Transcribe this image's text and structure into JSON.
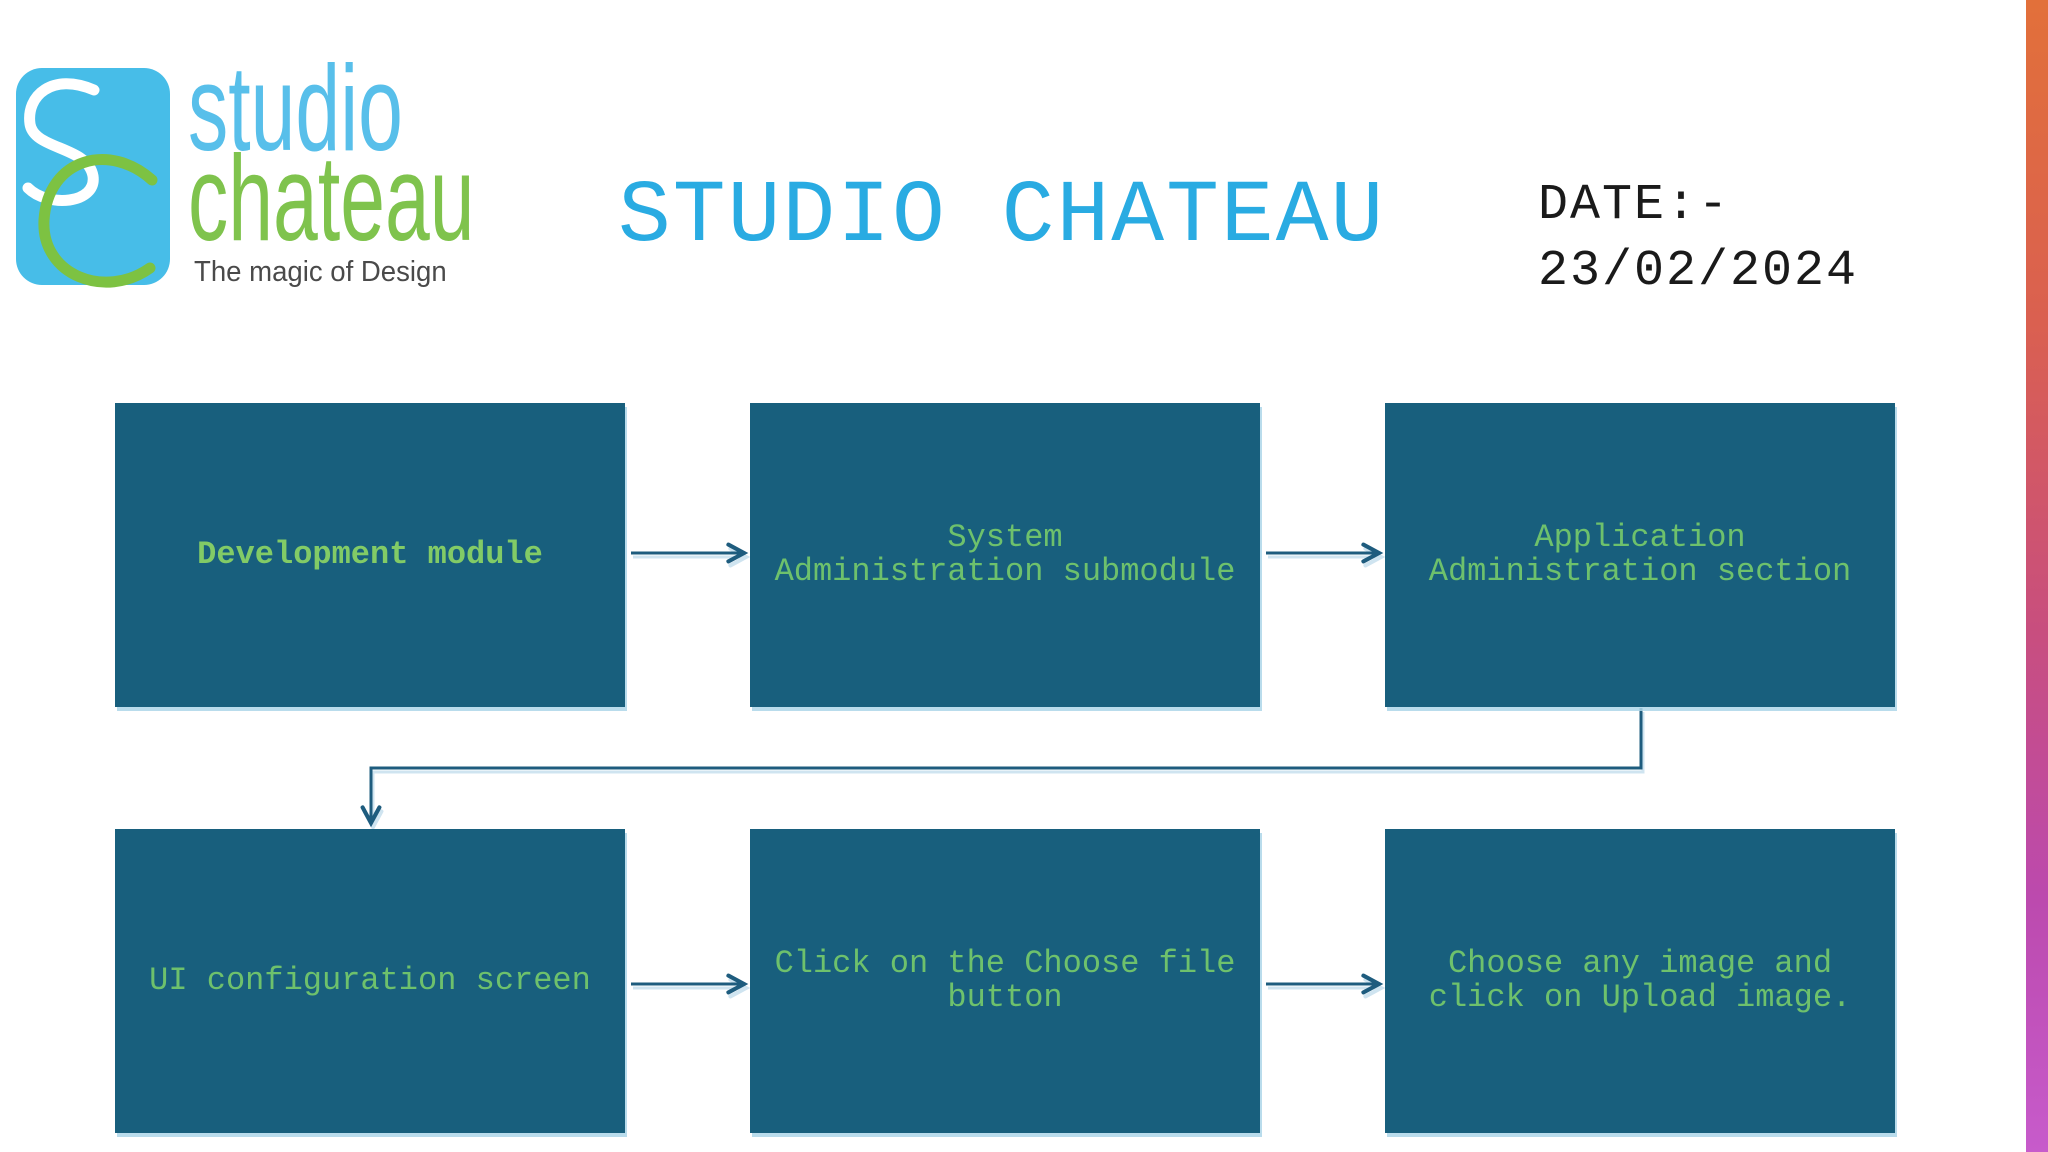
{
  "slide": {
    "background": "#FFFFFF",
    "accent_bar_gradient": [
      "#E2703A",
      "#C84E7F",
      "#C75BCB"
    ]
  },
  "logo": {
    "monogram_s": "S",
    "monogram_c": "C",
    "tile_color": "#47BDE8",
    "s_color": "#FFFFFF",
    "c_color": "#7DC242",
    "name_line1": "studio",
    "name_line2": "chateau",
    "name_line1_color": "#58BFEA",
    "name_line2_color": "#7FC34D",
    "tagline": "The magic of Design",
    "tagline_color": "#4A4A4A"
  },
  "header": {
    "title": "STUDIO CHATEAU",
    "title_color": "#29ABE2",
    "date_label": "DATE:-",
    "date_value": "23/02/2024",
    "date_color": "#1A1A1A"
  },
  "flowchart": {
    "box_color": "#185F7D",
    "box_edge_highlight": "#ADD6E9",
    "text_color": "#6EC16C",
    "bold_text_color": "#82CB66",
    "connector_color": "#1E5C7E",
    "steps": [
      {
        "name": "development-module",
        "lines": [
          "Development module"
        ],
        "bold": true,
        "row": 1,
        "col": 1
      },
      {
        "name": "system-administration-submodule",
        "lines": [
          "System",
          "Administration submodule"
        ],
        "bold": false,
        "row": 1,
        "col": 2
      },
      {
        "name": "application-administration-section",
        "lines": [
          "Application",
          "Administration section"
        ],
        "bold": false,
        "row": 1,
        "col": 3
      },
      {
        "name": "ui-configuration-screen",
        "lines": [
          "UI configuration screen"
        ],
        "bold": false,
        "row": 2,
        "col": 1
      },
      {
        "name": "click-choose-file-button",
        "lines": [
          "Click on the Choose file",
          "button"
        ],
        "bold": false,
        "row": 2,
        "col": 2
      },
      {
        "name": "choose-image-upload",
        "lines": [
          "Choose any image and",
          "click on Upload image."
        ],
        "bold": false,
        "row": 2,
        "col": 3
      }
    ],
    "connections": [
      "development-module -> system-administration-submodule",
      "system-administration-submodule -> application-administration-section",
      "application-administration-section -> ui-configuration-screen",
      "ui-configuration-screen -> click-choose-file-button",
      "click-choose-file-button -> choose-image-upload"
    ]
  }
}
